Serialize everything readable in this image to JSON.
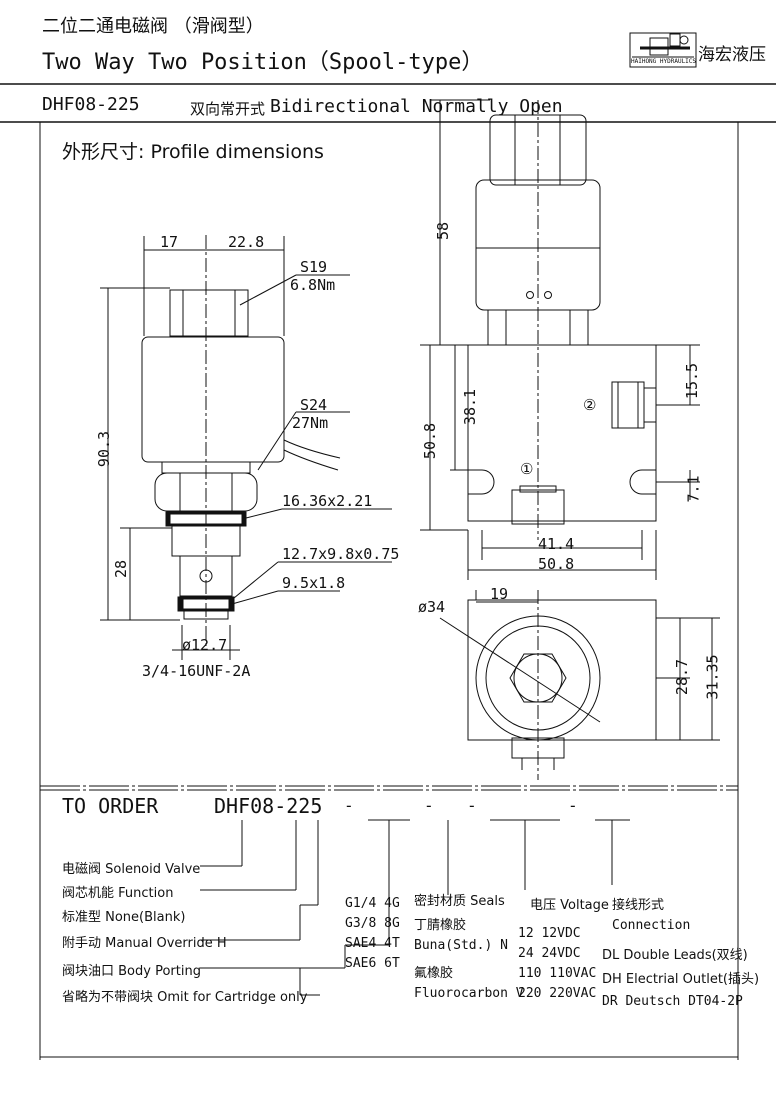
{
  "header": {
    "title_cn": "二位二通电磁阀 （滑阀型）",
    "title_en": "Two Way Two Position（Spool-type）",
    "brand_text": "海宏液压",
    "brand_small": "HAIHONG HYDRAULICS",
    "model": "DHF08-225",
    "subtitle_cn": "双向常开式",
    "subtitle_en": "Bidirectional Normally Open"
  },
  "profile": {
    "heading": "外形尺寸: Profile dimensions"
  },
  "dims_left": {
    "d17": "17",
    "d22_8": "22.8",
    "s19": "S19",
    "nm68": "6.8Nm",
    "s24": "S24",
    "nm27": "27Nm",
    "d90_3": "90.3",
    "d28": "28",
    "seal1": "16.36x2.21",
    "seal2": "12.7x9.8x0.75",
    "seal3": "9.5x1.8",
    "dia127": "ø12.7",
    "thread": "3/4-16UNF-2A"
  },
  "dims_right": {
    "d58": "58",
    "d15_5": "15.5",
    "d38_1": "38.1",
    "d50_8v": "50.8",
    "port2": "②",
    "port1": "①",
    "d7_1": "7.1",
    "d41_4": "41.4",
    "d50_8h": "50.8",
    "dia34": "ø34",
    "d19": "19",
    "d28_7": "28.7",
    "d31_35": "31.35"
  },
  "order": {
    "label": "TO ORDER",
    "code": "DHF08-225",
    "dashes": [
      "-",
      "-",
      "-",
      "-",
      "-"
    ],
    "left_items": [
      "电磁阀 Solenoid Valve",
      "阀芯机能 Function",
      "标准型 None(Blank)",
      "附手动 Manual Override  H",
      "阀块油口 Body Porting",
      "省略为不带阀块 Omit for Cartridge only"
    ],
    "porting": [
      "G1/4  4G",
      "G3/8  8G",
      "SAE4  4T",
      "SAE6  6T"
    ],
    "seals_title": "密封材质 Seals",
    "seals": [
      "丁腈橡胶",
      "Buna(Std.)   N",
      "氟橡胶",
      "Fluorocarbon  V"
    ],
    "voltage_title": "电压 Voltage",
    "voltages": [
      "12   12VDC",
      "24   24VDC",
      "110  110VAC",
      "220  220VAC"
    ],
    "conn_title": "接线形式",
    "conn_sub": "Connection",
    "connections": [
      "DL  Double Leads(双线)",
      "DH  Electrial Outlet(插头)",
      "DR  Deutsch DT04-2P"
    ]
  }
}
